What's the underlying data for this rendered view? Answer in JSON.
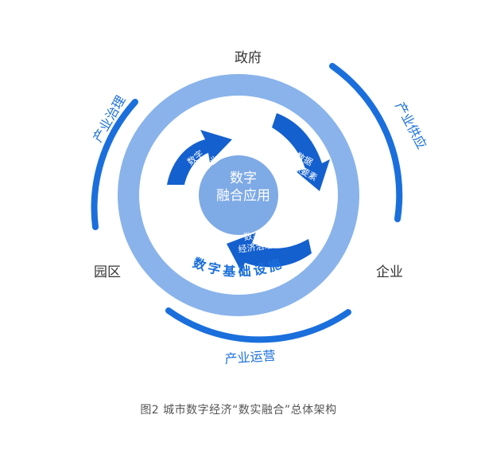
{
  "diagram": {
    "outer_labels": {
      "top": "政府",
      "left": "园区",
      "right": "企业"
    },
    "arc_labels": {
      "top_left": "产业治理",
      "top_right": "产业供应",
      "bottom": "产业运营"
    },
    "inner_ring_label": "数字基础设施",
    "center_label_line1": "数字",
    "center_label_line2": "融合应用",
    "arrow_labels": {
      "top_left_line1": "数字",
      "top_left_line2": "技术产业",
      "top_right_line1": "数据",
      "top_right_line2": "资源要素",
      "bottom_line1": "数字",
      "bottom_line2": "经济治理"
    }
  },
  "caption": "图2  城市数字经济“数实融合”总体架构",
  "colors": {
    "arc_blue": "#1a6fdc",
    "ring_light": "#89b3ea",
    "ring_inner": "#ffffff",
    "center_fill": "#7eaae6",
    "arrow_blue": "#1460cf",
    "label_dark": "#333333",
    "label_blue": "#1a6fdc"
  }
}
